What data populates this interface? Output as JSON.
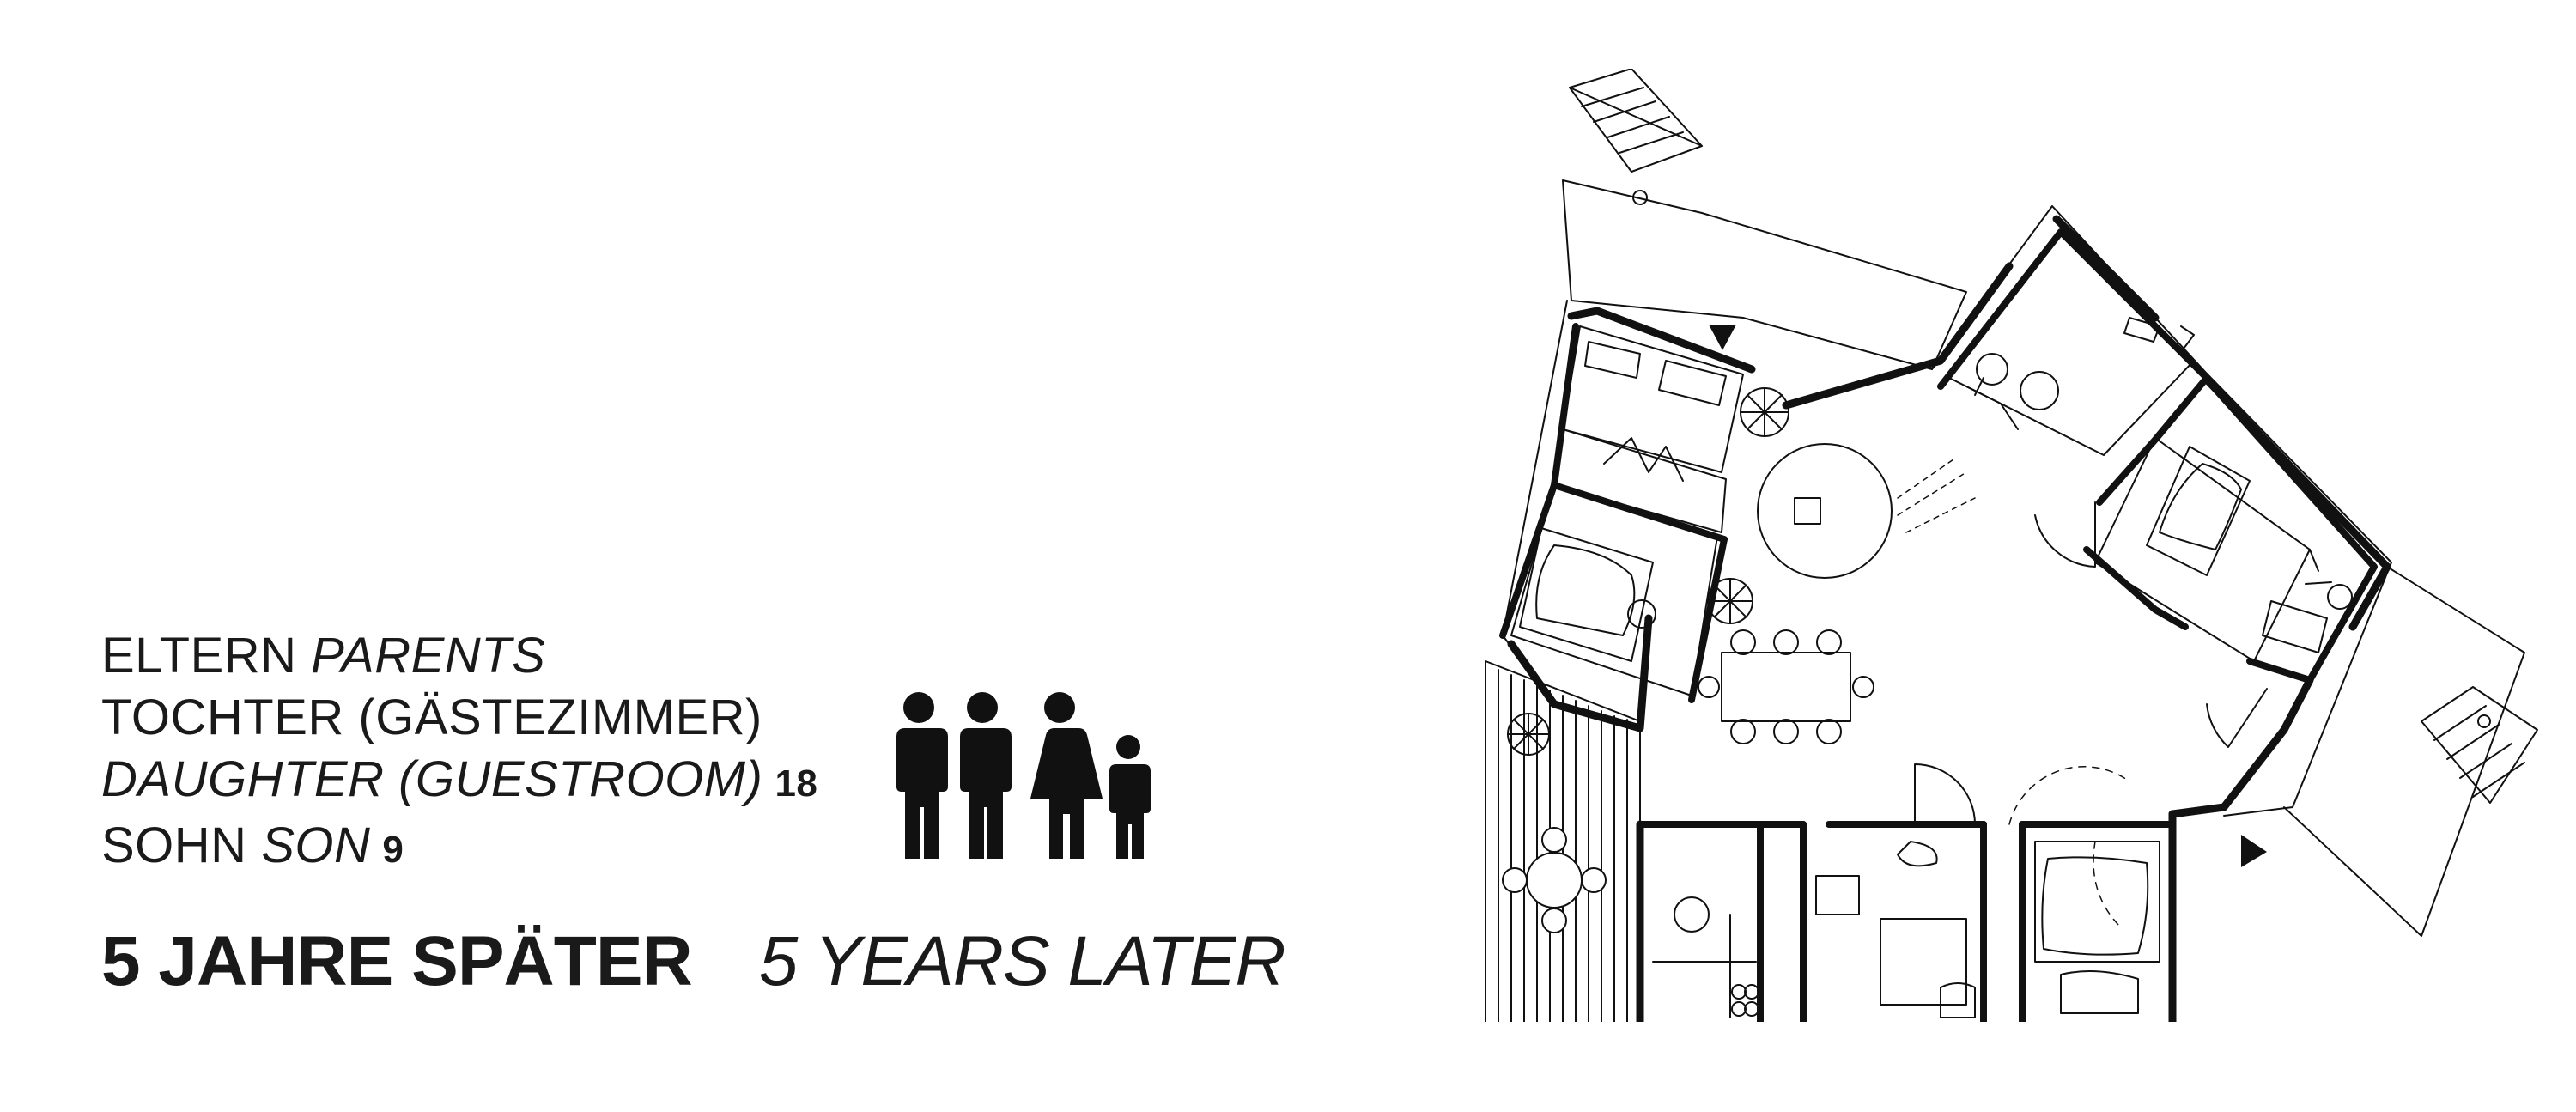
{
  "legend": {
    "line1": {
      "de": "ELTERN",
      "en": "PARENTS"
    },
    "line2": {
      "de": "TOCHTER (GÄSTEZIMMER)"
    },
    "line3": {
      "en": "DAUGHTER (GUESTROOM)",
      "age": "18"
    },
    "line4": {
      "de": "SOHN",
      "en": "SON",
      "age": "9"
    }
  },
  "headline": {
    "de": "5 JAHRE SPÄTER",
    "en": "5 YEARS LATER"
  },
  "colors": {
    "ink": "#1a1a1a",
    "background": "#ffffff"
  },
  "icons": [
    "family-figures-icon",
    "floor-plan-drawing",
    "entrance-arrow-icon",
    "plant-icon"
  ]
}
